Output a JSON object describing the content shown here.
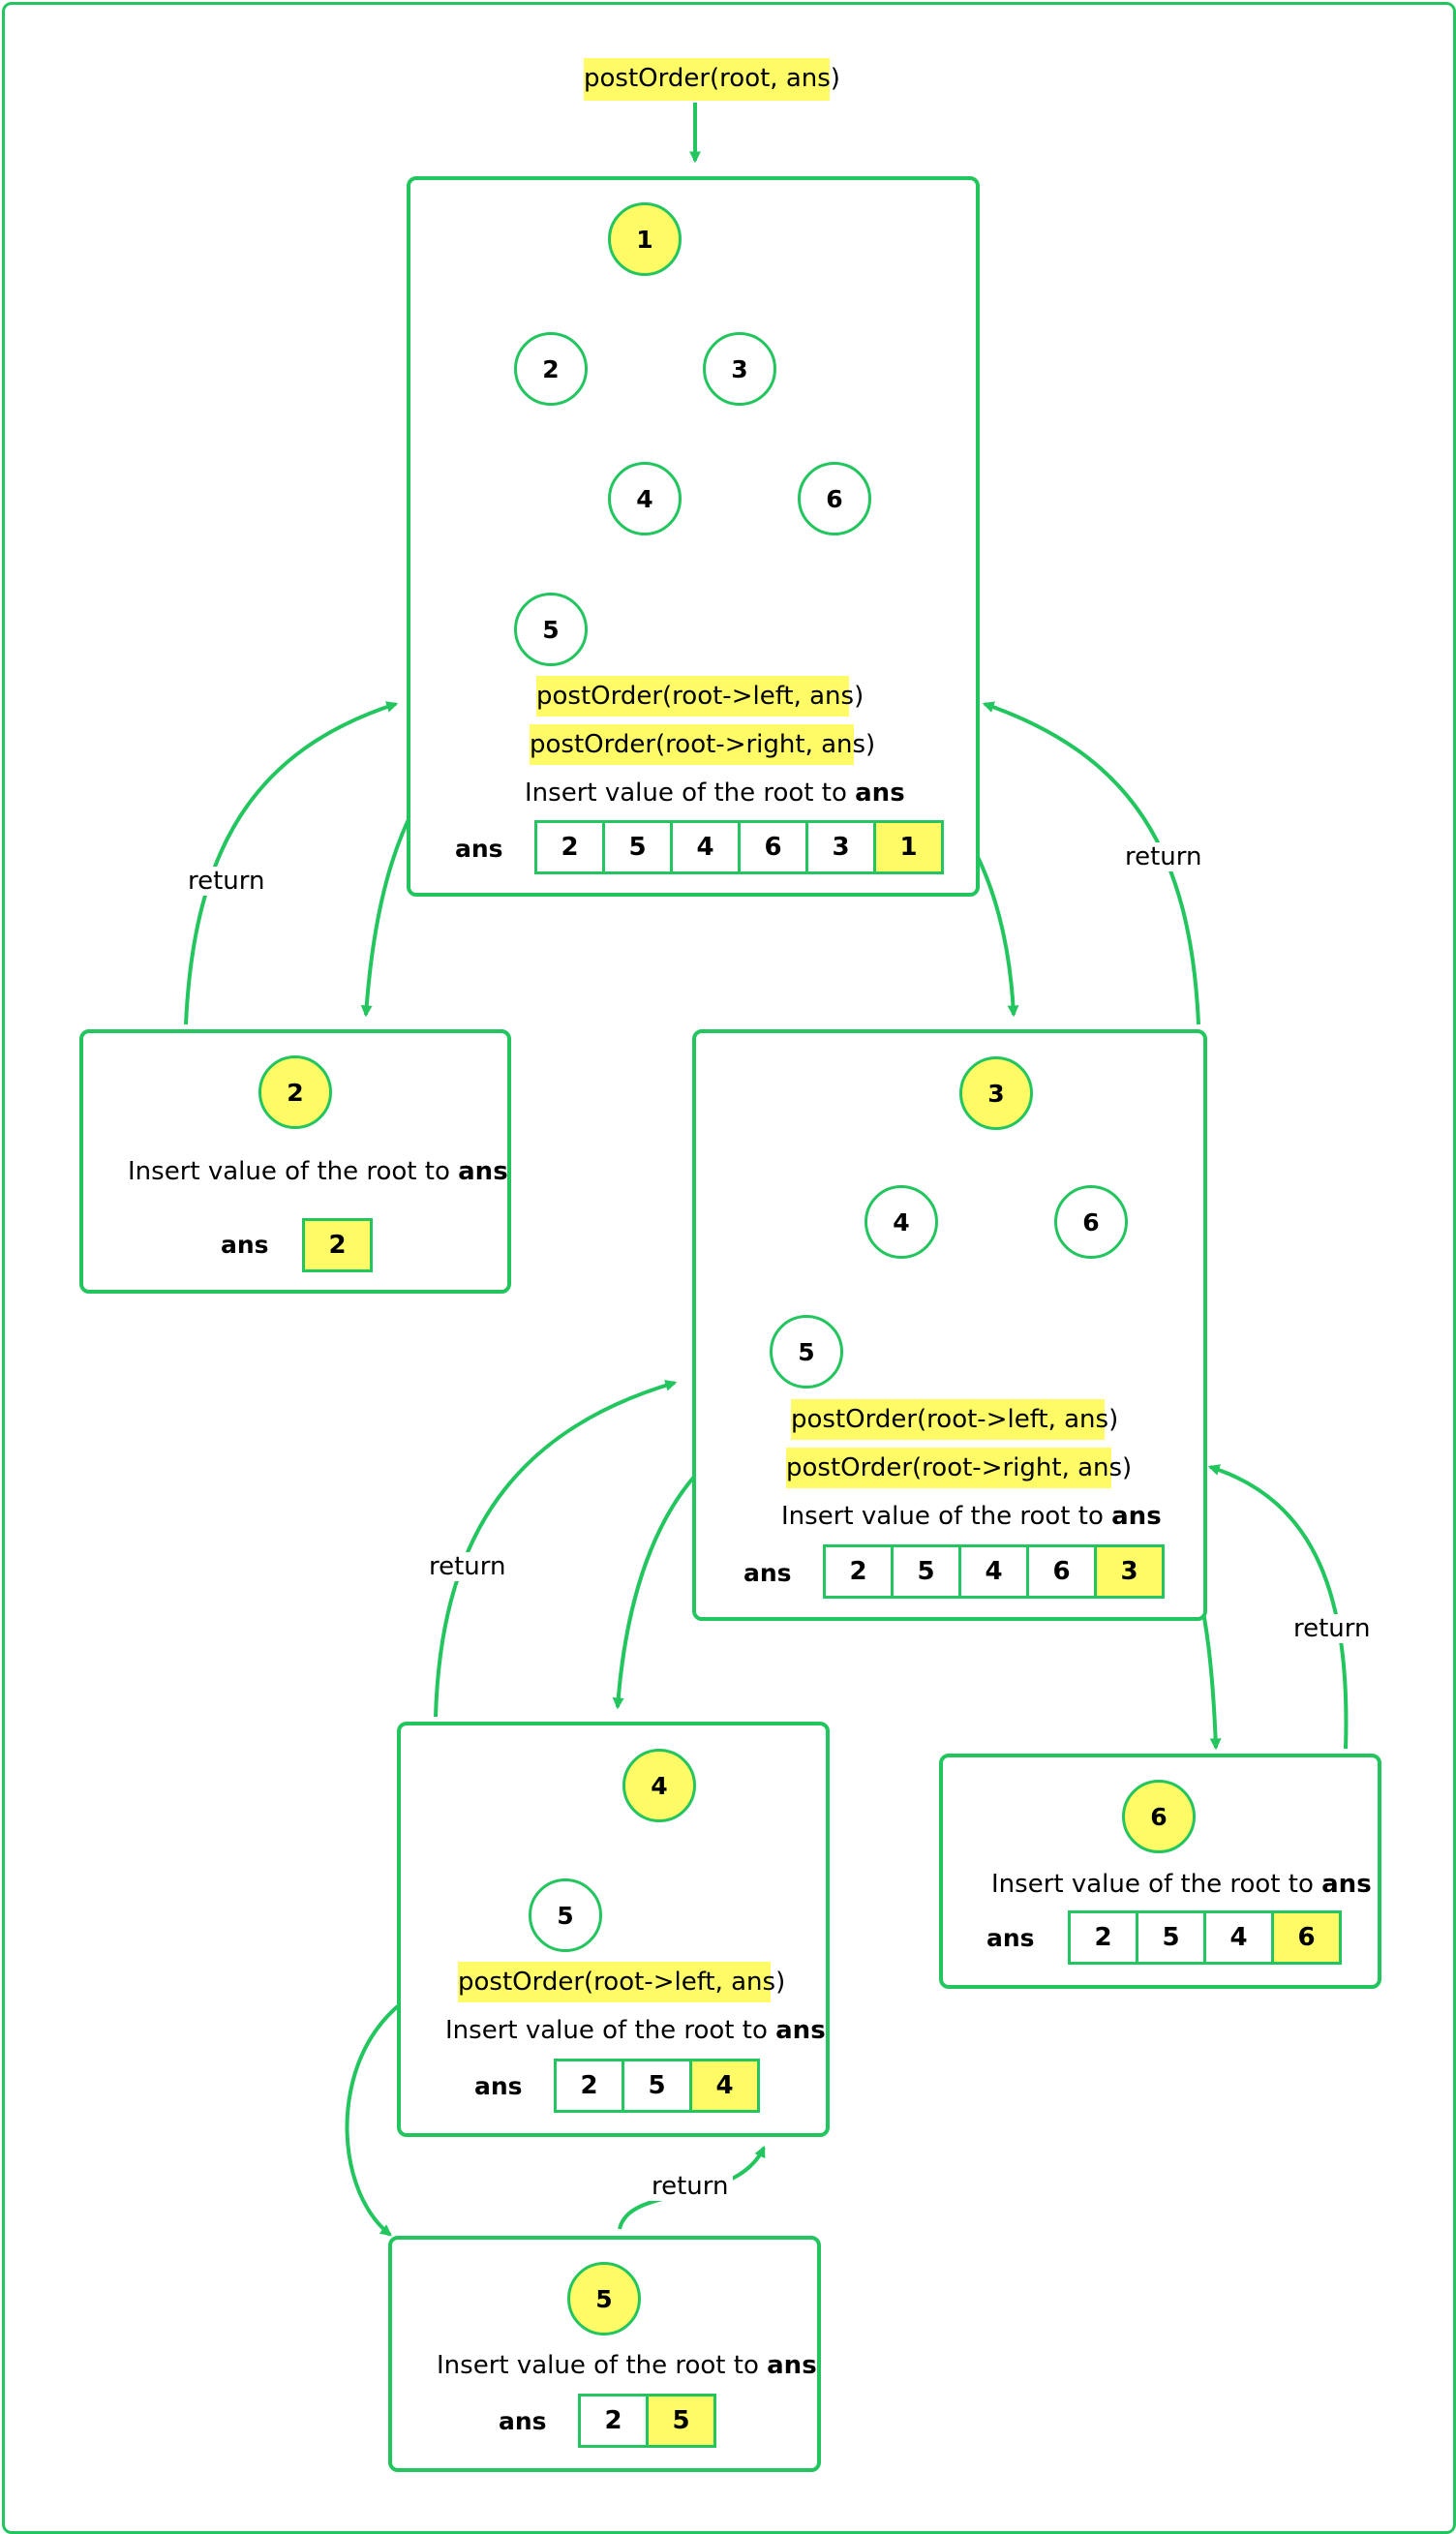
{
  "top_call": "postOrder(root, ans)",
  "return_label": "return",
  "insert_text_prefix": "Insert value of the root to ",
  "insert_text_bold": "ans",
  "ans_label": "ans",
  "call_left": "postOrder(root->left, ans)",
  "call_right": "postOrder(root->right, ans)",
  "frames": {
    "f1": {
      "nodes": [
        "1",
        "2",
        "3",
        "4",
        "6",
        "5"
      ],
      "ans": [
        "2",
        "5",
        "4",
        "6",
        "3",
        "1"
      ]
    },
    "f2": {
      "nodes": [
        "2"
      ],
      "ans": [
        "2"
      ]
    },
    "f3": {
      "nodes": [
        "3",
        "4",
        "6",
        "5"
      ],
      "ans": [
        "2",
        "5",
        "4",
        "6",
        "3"
      ]
    },
    "f4": {
      "nodes": [
        "4",
        "5"
      ],
      "ans": [
        "2",
        "5",
        "4"
      ]
    },
    "f6": {
      "nodes": [
        "6"
      ],
      "ans": [
        "2",
        "5",
        "4",
        "6"
      ]
    },
    "f5": {
      "nodes": [
        "5"
      ],
      "ans": [
        "2",
        "5"
      ]
    }
  },
  "colors": {
    "accent": "#22c55e",
    "highlight": "#fefb66"
  }
}
